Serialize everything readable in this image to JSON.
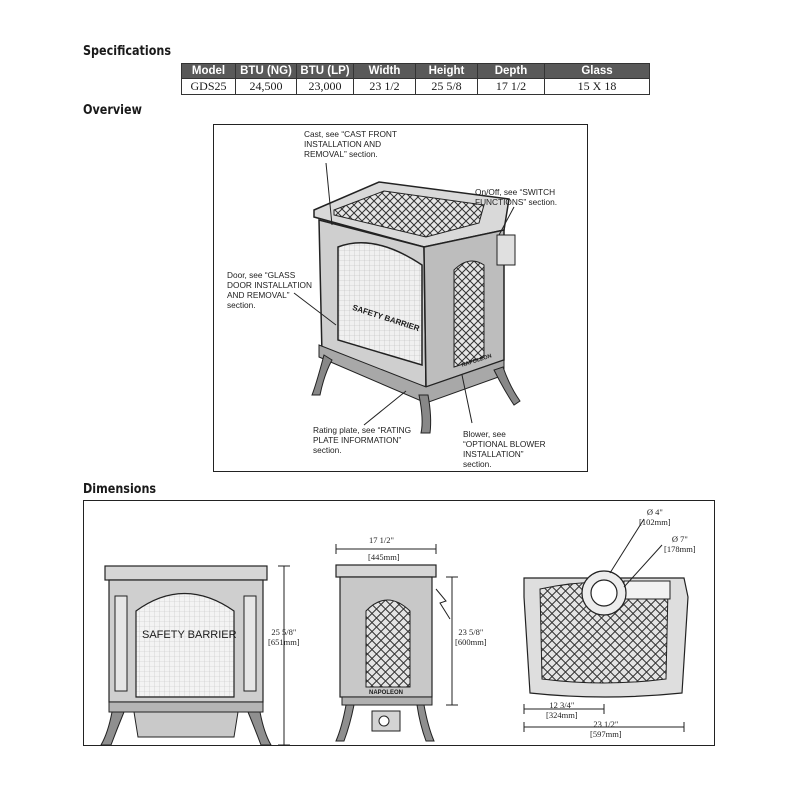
{
  "specifications": {
    "title": "Specifications",
    "columns": [
      "Model",
      "BTU (NG)",
      "BTU (LP)",
      "Width",
      "Height",
      "Depth",
      "Glass"
    ],
    "row": [
      "GDS25",
      "24,500",
      "23,000",
      "23 1/2",
      "25 5/8",
      "17 1/2",
      "15 X 18"
    ]
  },
  "overview": {
    "title": "Overview",
    "callouts": {
      "cast": "Cast, see “CAST FRONT\nINSTALLATION AND\nREMOVAL” section.",
      "onoff": "On/Off, see “SWITCH\nFUNCTIONS” section.",
      "door": "Door, see “GLASS\nDOOR INSTALLATION\nAND REMOVAL”\nsection.",
      "rating": "Rating plate, see “RATING\nPLATE INFORMATION”\nsection.",
      "blower": "Blower, see\n“OPTIONAL BLOWER\nINSTALLATION”\nsection."
    },
    "barrier_label": "SAFETY BARRIER",
    "brand_label": "NAPOLEON"
  },
  "dimensions": {
    "title": "Dimensions",
    "front": {
      "height_in": "25 5/8\"",
      "height_mm": "[651mm]",
      "barrier_label": "SAFETY BARRIER"
    },
    "side": {
      "depth_in": "17 1/2\"",
      "depth_mm": "[445mm]",
      "height_in": "23 5/8\"",
      "height_mm": "[600mm]",
      "brand_label": "NAPOLEON"
    },
    "top": {
      "vent_inner_in": "Ø 4\"",
      "vent_inner_mm": "[102mm]",
      "vent_outer_in": "Ø 7\"",
      "vent_outer_mm": "[178mm]",
      "center_in": "12 3/4\"",
      "center_mm": "[324mm]",
      "width_in": "23 1/2\"",
      "width_mm": "[597mm]"
    }
  }
}
